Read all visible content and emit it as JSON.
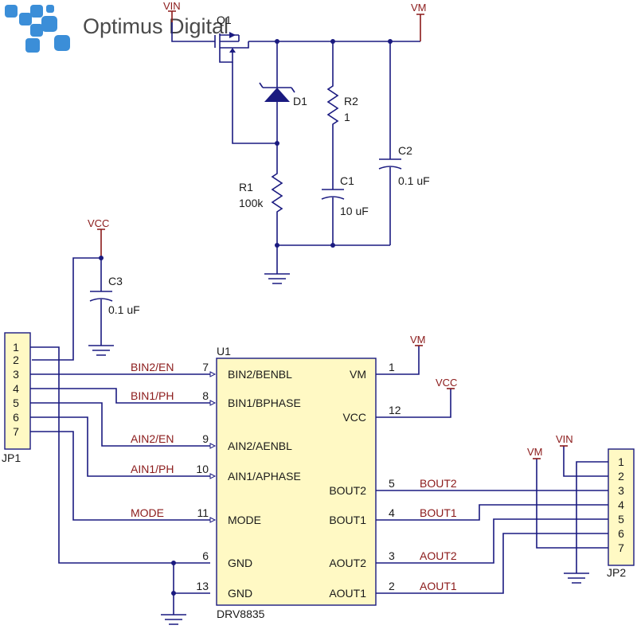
{
  "brand": {
    "name": "Optimus Digital",
    "color": "#3b8ed8"
  },
  "colors": {
    "wire": "#1a1a80",
    "net_label": "#8b1a1a",
    "text": "#1a1a1a"
  },
  "power_labels": {
    "vin": "VIN",
    "vm": "VM",
    "vcc": "VCC"
  },
  "components": {
    "q1": "Q1",
    "d1": "D1",
    "r1": {
      "ref": "R1",
      "value": "100k"
    },
    "r2": {
      "ref": "R2",
      "value": "1"
    },
    "c1": {
      "ref": "C1",
      "value": "10 uF"
    },
    "c2": {
      "ref": "C2",
      "value": "0.1 uF"
    },
    "c3": {
      "ref": "C3",
      "value": "0.1 uF"
    },
    "u1": {
      "ref": "U1",
      "part": "DRV8835"
    }
  },
  "jp1": {
    "ref": "JP1",
    "pins": [
      "1",
      "2",
      "3",
      "4",
      "5",
      "6",
      "7"
    ]
  },
  "jp2": {
    "ref": "JP2",
    "pins": [
      "1",
      "2",
      "3",
      "4",
      "5",
      "6",
      "7"
    ]
  },
  "u1_left_pins": [
    {
      "num": "7",
      "name": "BIN2/BENBL",
      "net": "BIN2/EN"
    },
    {
      "num": "8",
      "name": "BIN1/BPHASE",
      "net": "BIN1/PH"
    },
    {
      "num": "9",
      "name": "AIN2/AENBL",
      "net": "AIN2/EN"
    },
    {
      "num": "10",
      "name": "AIN1/APHASE",
      "net": "AIN1/PH"
    },
    {
      "num": "11",
      "name": "MODE",
      "net": "MODE"
    },
    {
      "num": "6",
      "name": "GND",
      "net": ""
    },
    {
      "num": "13",
      "name": "GND",
      "net": ""
    }
  ],
  "u1_right_pins": [
    {
      "num": "1",
      "name": "VM",
      "net": ""
    },
    {
      "num": "12",
      "name": "VCC",
      "net": ""
    },
    {
      "num": "5",
      "name": "BOUT2",
      "net": "BOUT2"
    },
    {
      "num": "4",
      "name": "BOUT1",
      "net": "BOUT1"
    },
    {
      "num": "3",
      "name": "AOUT2",
      "net": "AOUT2"
    },
    {
      "num": "2",
      "name": "AOUT1",
      "net": "AOUT1"
    }
  ]
}
